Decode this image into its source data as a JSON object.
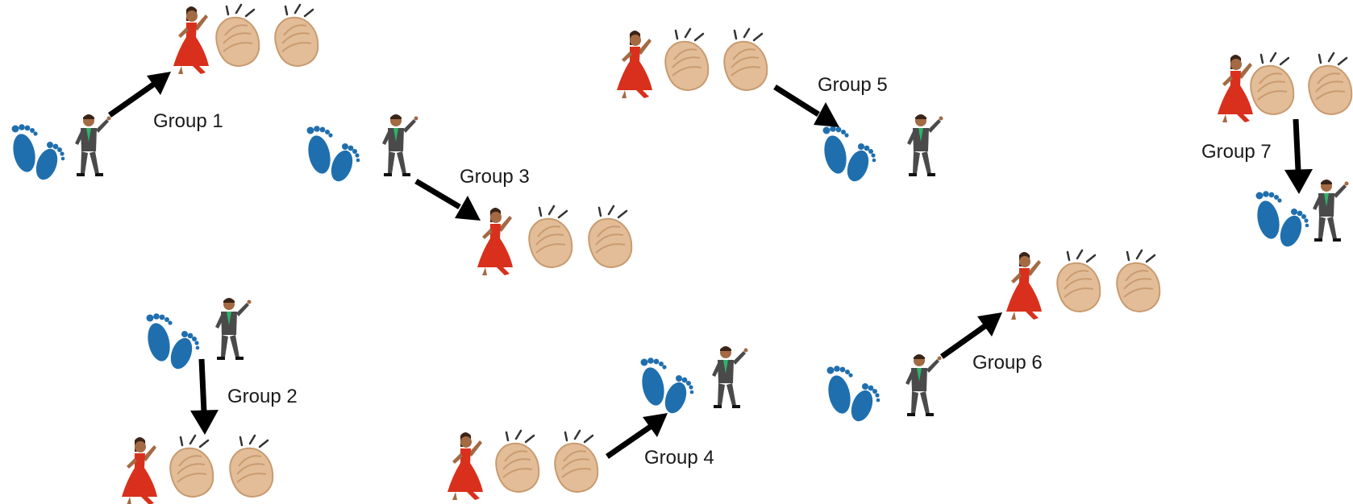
{
  "groups": [
    {
      "label": "Group 1",
      "from": "feet-man",
      "to": "dancer-clap"
    },
    {
      "label": "Group 2",
      "from": "feet-man",
      "to": "dancer-clap"
    },
    {
      "label": "Group 3",
      "from": "feet-man",
      "to": "dancer-clap"
    },
    {
      "label": "Group 4",
      "from": "dancer-clap",
      "to": "feet-man"
    },
    {
      "label": "Group 5",
      "from": "dancer-clap",
      "to": "feet-man"
    },
    {
      "label": "Group 6",
      "from": "feet-man",
      "to": "dancer-clap"
    },
    {
      "label": "Group 7",
      "from": "dancer-clap",
      "to": "feet-man"
    }
  ],
  "icons": {
    "feet": "footprints-icon",
    "man": "man-dancing-icon",
    "dancer": "woman-dancing-icon",
    "clap": "clapping-hands-icon"
  },
  "colors": {
    "feet": "#1f6fae",
    "suit": "#4a4a4a",
    "tie": "#2fb36b",
    "skin": "#a36a44",
    "dress": "#d8301c",
    "hands": "#e3bd98",
    "hands_outline": "#c99b70",
    "arrow": "#000000",
    "text": "#1a1a1a"
  }
}
